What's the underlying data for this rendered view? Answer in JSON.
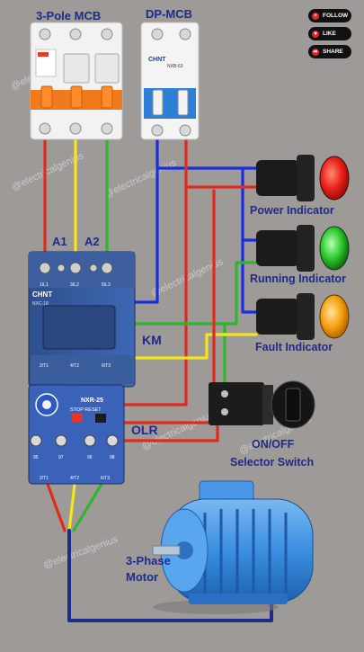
{
  "labels": {
    "mcb3": "3-Pole MCB",
    "dpmcb": "DP-MCB",
    "power": "Power Indicator",
    "running": "Running  Indicator",
    "fault": "Fault Indicator",
    "a1": "A1",
    "a2": "A2",
    "km": "KM",
    "olr": "OLR",
    "selector1": "ON/OFF",
    "selector2": "Selector Switch",
    "motor1": "3-Phase",
    "motor2": "Motor"
  },
  "device_text": {
    "chnt": "CHNT",
    "chnt_small": "CHNT",
    "dpmcb_model": "NXB-63",
    "contactor_model": "NXC-18",
    "olr_model": "NXR-25",
    "stop_reset": "STOP  RESET",
    "t_labels": [
      "2/T1",
      "4/T2",
      "6/T3"
    ],
    "l_labels": [
      "1/L1",
      "3/L2",
      "5/L3"
    ],
    "olr_terminals": [
      "95",
      "97",
      "96",
      "98"
    ],
    "olr_bottom": [
      "2/T1",
      "4/T2",
      "6/T3"
    ]
  },
  "social": {
    "follow": "FOLLOW",
    "like": "LIKE",
    "share": "SHARE"
  },
  "watermark": "@electricalgenius",
  "colors": {
    "red": "#e02a1e",
    "yellow": "#f4e61c",
    "green": "#2fb52f",
    "blue": "#1a2ee0",
    "navy": "#1d2b8c",
    "bg": "#9e9a98"
  }
}
